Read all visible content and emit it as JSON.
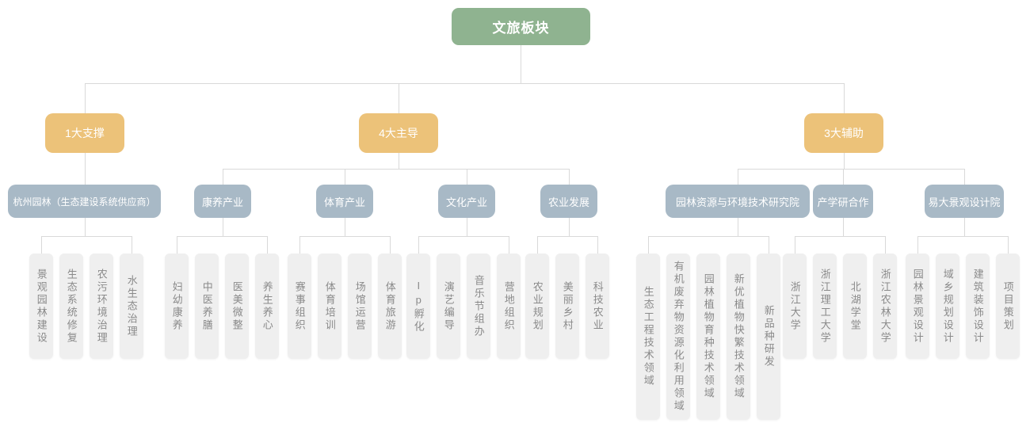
{
  "root": {
    "label": "文旅板块"
  },
  "tier2": {
    "support": "1大支撑",
    "lead": "4大主导",
    "assist": "3大辅助"
  },
  "tier3": {
    "hangzhou_garden": "杭州园林（生态建设系统供应商）",
    "wellness": "康养产业",
    "sports": "体育产业",
    "culture": "文化产业",
    "agriculture": "农业发展",
    "research_institute": "园林资源与环境技术研究院",
    "industry_academia": "产学研合作",
    "yida_design": "易大景观设计院"
  },
  "leaves": {
    "hangzhou_garden": [
      "景观园林建设",
      "生态系统修复",
      "农污环境治理",
      "水生态治理"
    ],
    "wellness": [
      "妇幼康养",
      "中医养膳",
      "医美微整",
      "养生养心"
    ],
    "sports": [
      "赛事组织",
      "体育培训",
      "场馆运营",
      "体育旅游"
    ],
    "culture": [
      "Ip孵化",
      "演艺编导",
      "音乐节组办",
      "营地组织"
    ],
    "agriculture": [
      "农业规划",
      "美丽乡村",
      "科技农业"
    ],
    "research_institute": [
      "生态工程技术领域",
      "有机废弃物资源化利用领域",
      "园林植物育种技术领域",
      "新优植物快繁技术领域",
      "新品种研发"
    ],
    "industry_academia": [
      "浙江大学",
      "浙江理工大学",
      "北湖学堂",
      "浙江农林大学"
    ],
    "yida_design": [
      "园林景观设计",
      "域乡规划设计",
      "建筑装饰设计",
      "项目策划"
    ]
  },
  "colors": {
    "root_green": "#8fb390",
    "tier2_amber": "#ecc279",
    "tier3_bluegray": "#a8b9c6",
    "leaf_bg": "#efefef",
    "leaf_text": "#8a8a8a",
    "line": "#d9d9d9"
  }
}
